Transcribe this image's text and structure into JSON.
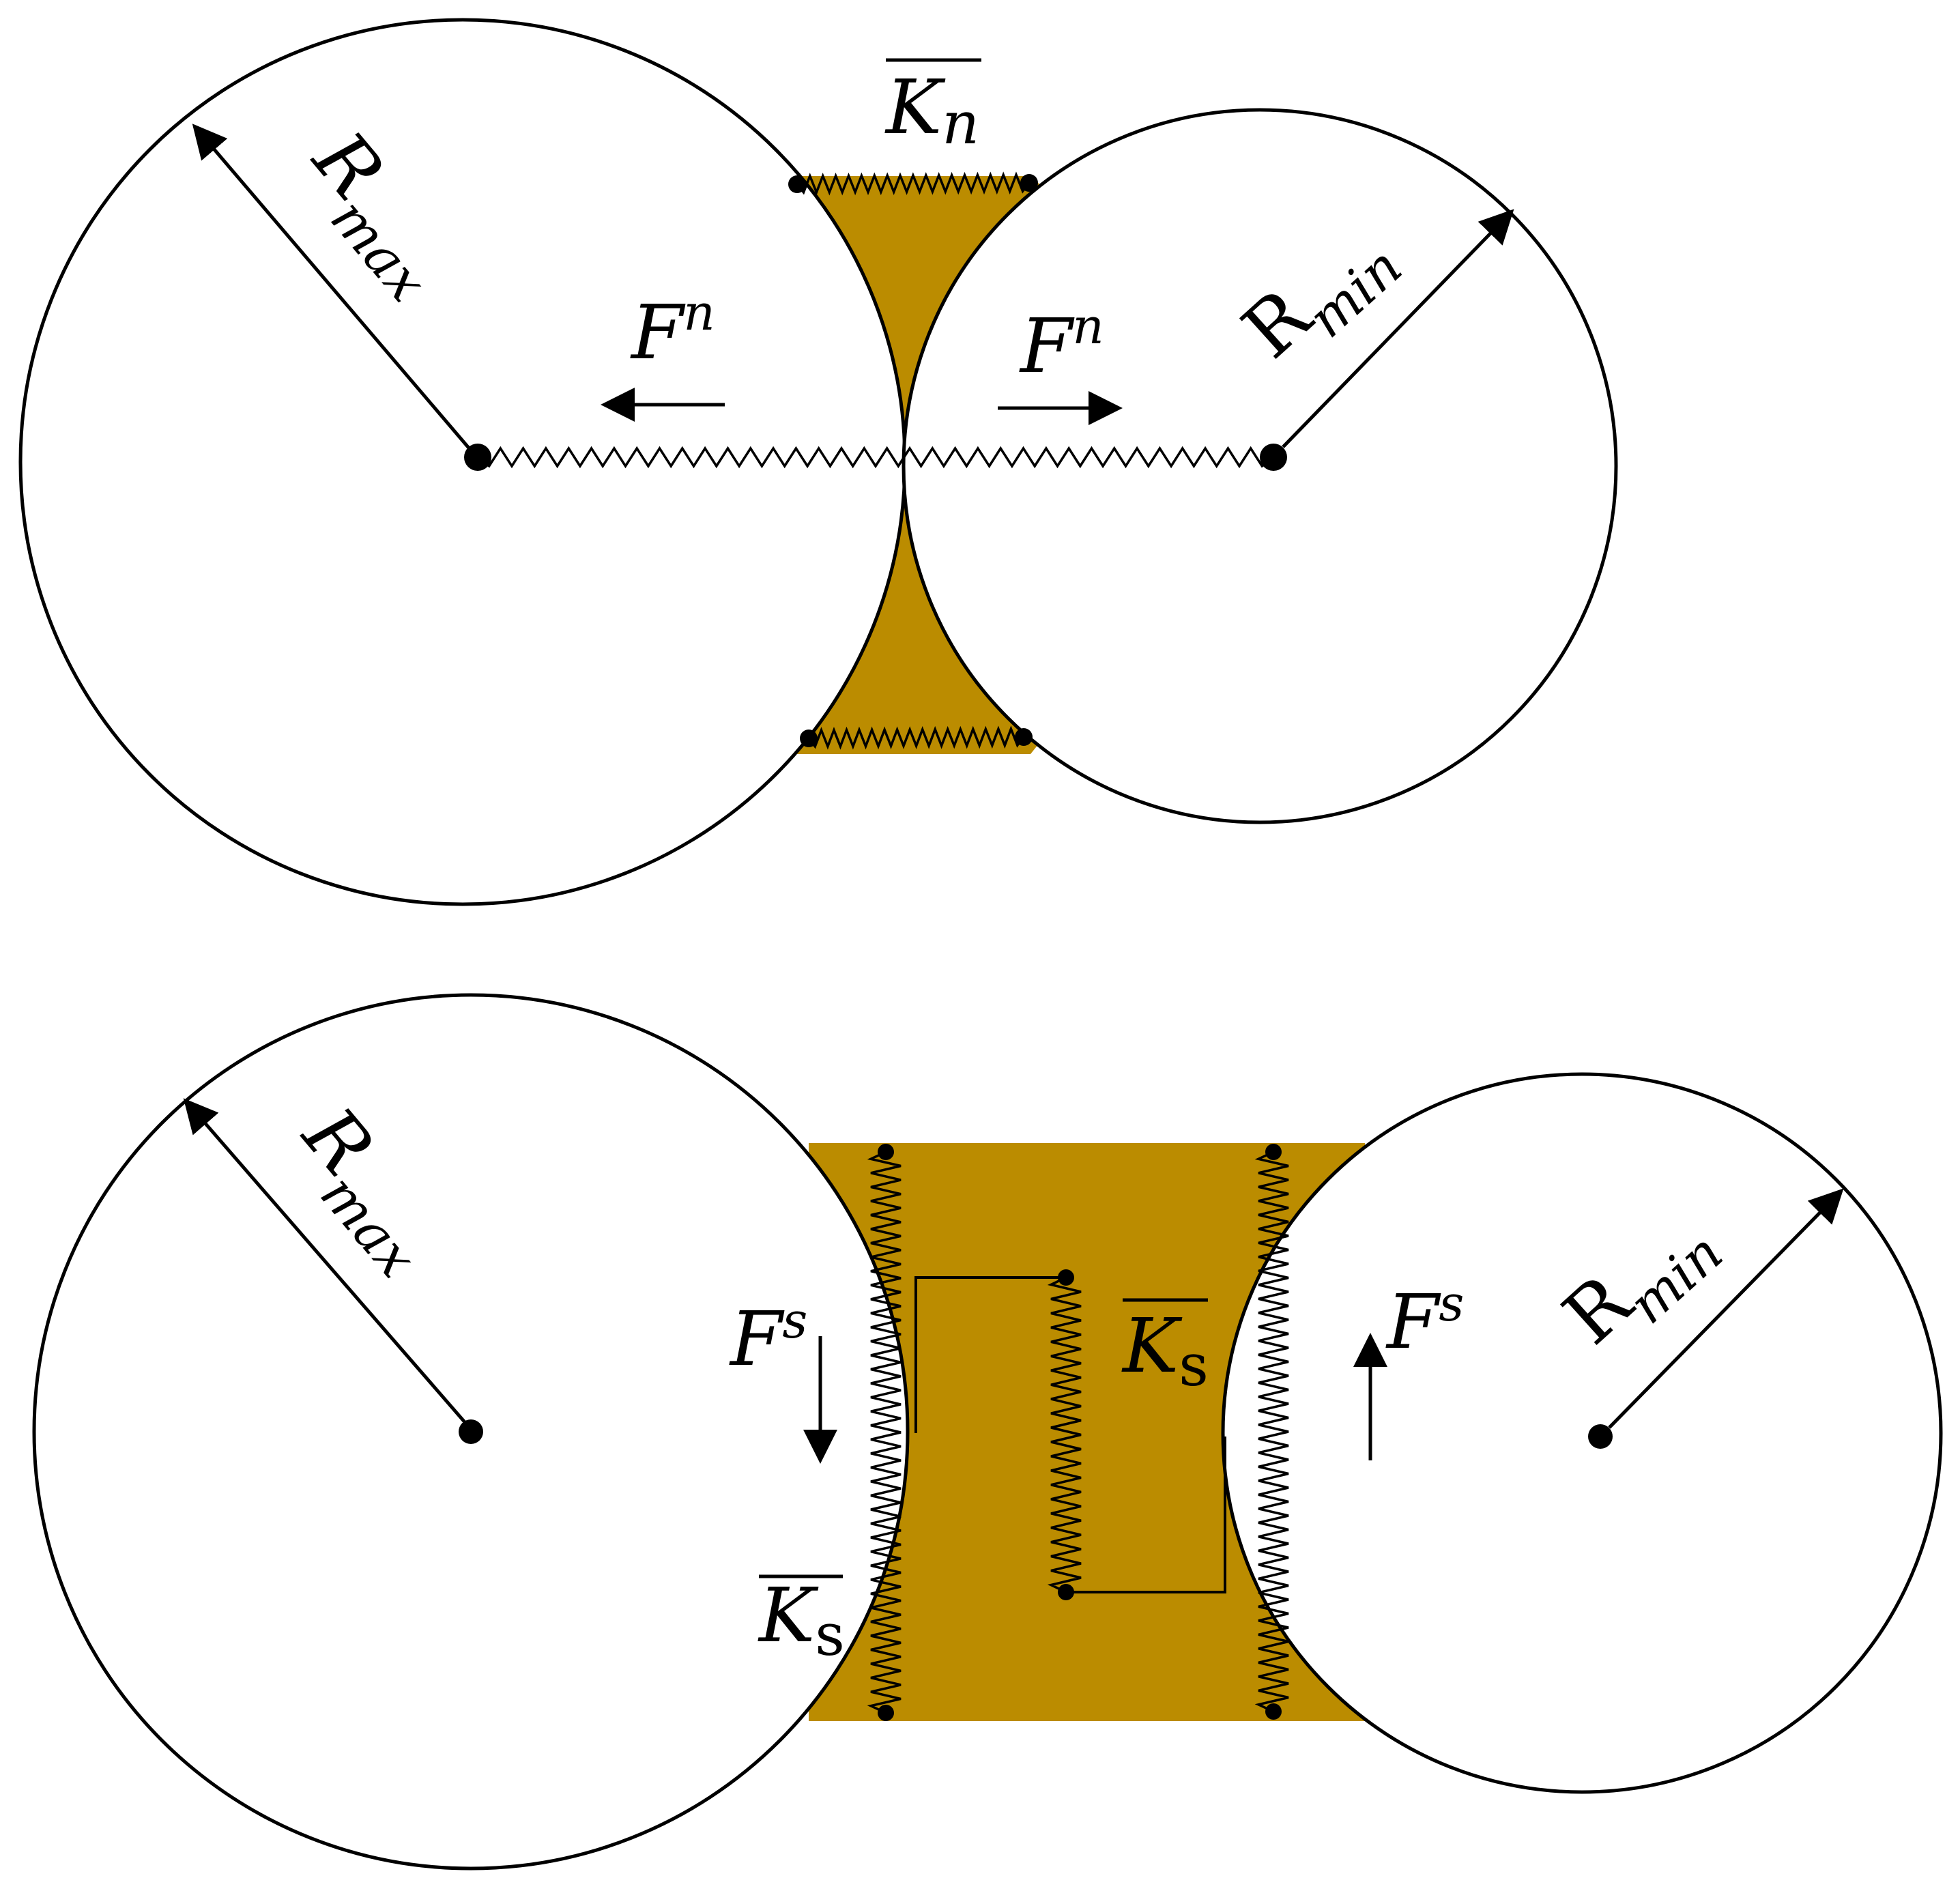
{
  "colors": {
    "bond": "#BB8C00",
    "ink": "#000000",
    "background": "#FFFFFF"
  },
  "top": {
    "radius_large": {
      "main": "R",
      "sub": "max"
    },
    "radius_small": {
      "main": "R",
      "sub": "min"
    },
    "force_left": {
      "main": "F",
      "sup": "n"
    },
    "force_right": {
      "main": "F",
      "sup": "n"
    },
    "stiffness": {
      "main": "K",
      "sub": "n"
    }
  },
  "bottom": {
    "radius_large": {
      "main": "R",
      "sub": "max"
    },
    "radius_small": {
      "main": "R",
      "sub": "min"
    },
    "force_left": {
      "main": "F",
      "sup": "s"
    },
    "force_right": {
      "main": "F",
      "sup": "s"
    },
    "stiffness_center": {
      "main": "K",
      "sub": "s"
    },
    "stiffness_left": {
      "main": "K",
      "sub": "s"
    }
  }
}
